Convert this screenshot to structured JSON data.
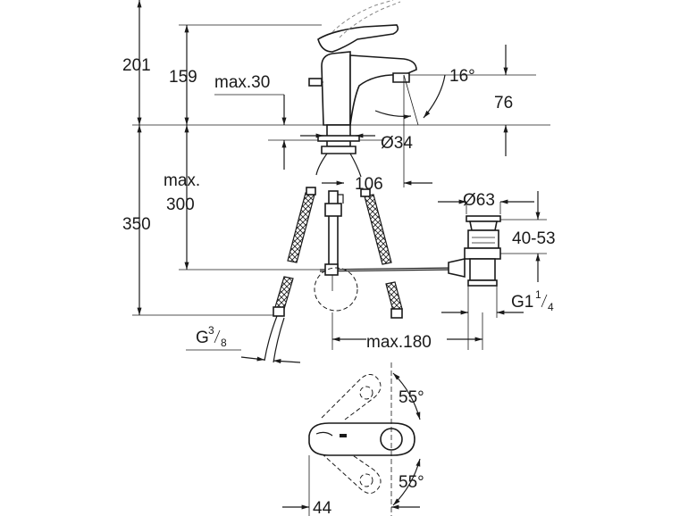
{
  "dimensions": {
    "overall_height": "201",
    "body_height": "159",
    "max_deck_thickness": "max.30",
    "spout_angle": "16°",
    "spout_height": "76",
    "hole_diameter": "Ø34",
    "spout_reach": "106",
    "max_label": "max.",
    "max_hose_value": "300",
    "hose_length": "350",
    "waste_diameter": "Ø63",
    "waste_range": "40-53",
    "waste_thread_prefix": "G1",
    "waste_thread_num": "1",
    "waste_thread_den": "4",
    "supply_thread_prefix": "G",
    "supply_thread_num": "3",
    "supply_thread_den": "8",
    "max_pullrod": "max.180",
    "lever_angle_top": "55°",
    "lever_angle_bottom": "55°",
    "lever_offset": "44"
  },
  "colors": {
    "line": "#1a1a1a",
    "background": "#ffffff",
    "ghost": "#888888"
  }
}
